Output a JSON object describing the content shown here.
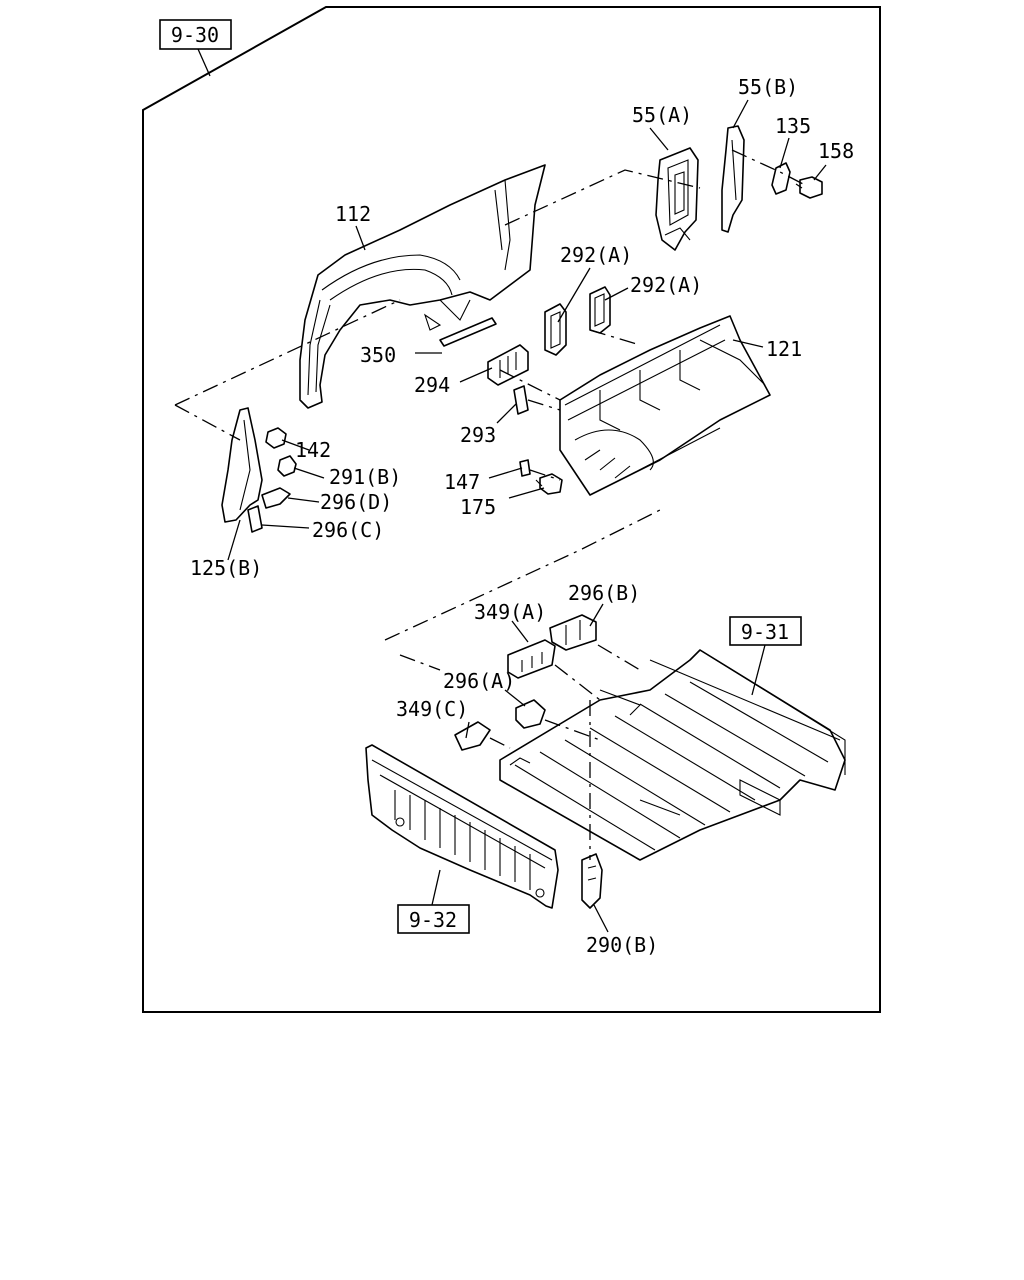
{
  "refs": {
    "r930": "9-30",
    "r931": "9-31",
    "r932": "9-32"
  },
  "labels": {
    "p55a": "55(A)",
    "p55b": "55(B)",
    "p135": "135",
    "p158": "158",
    "p112": "112",
    "p292a1": "292(A)",
    "p292a2": "292(A)",
    "p121": "121",
    "p350": "350",
    "p294": "294",
    "p293": "293",
    "p142": "142",
    "p291b": "291(B)",
    "p296d": "296(D)",
    "p296c": "296(C)",
    "p147": "147",
    "p175": "175",
    "p125b": "125(B)",
    "p349a": "349(A)",
    "p296b": "296(B)",
    "p296a": "296(A)",
    "p349c": "349(C)",
    "p290b": "290(B)"
  }
}
